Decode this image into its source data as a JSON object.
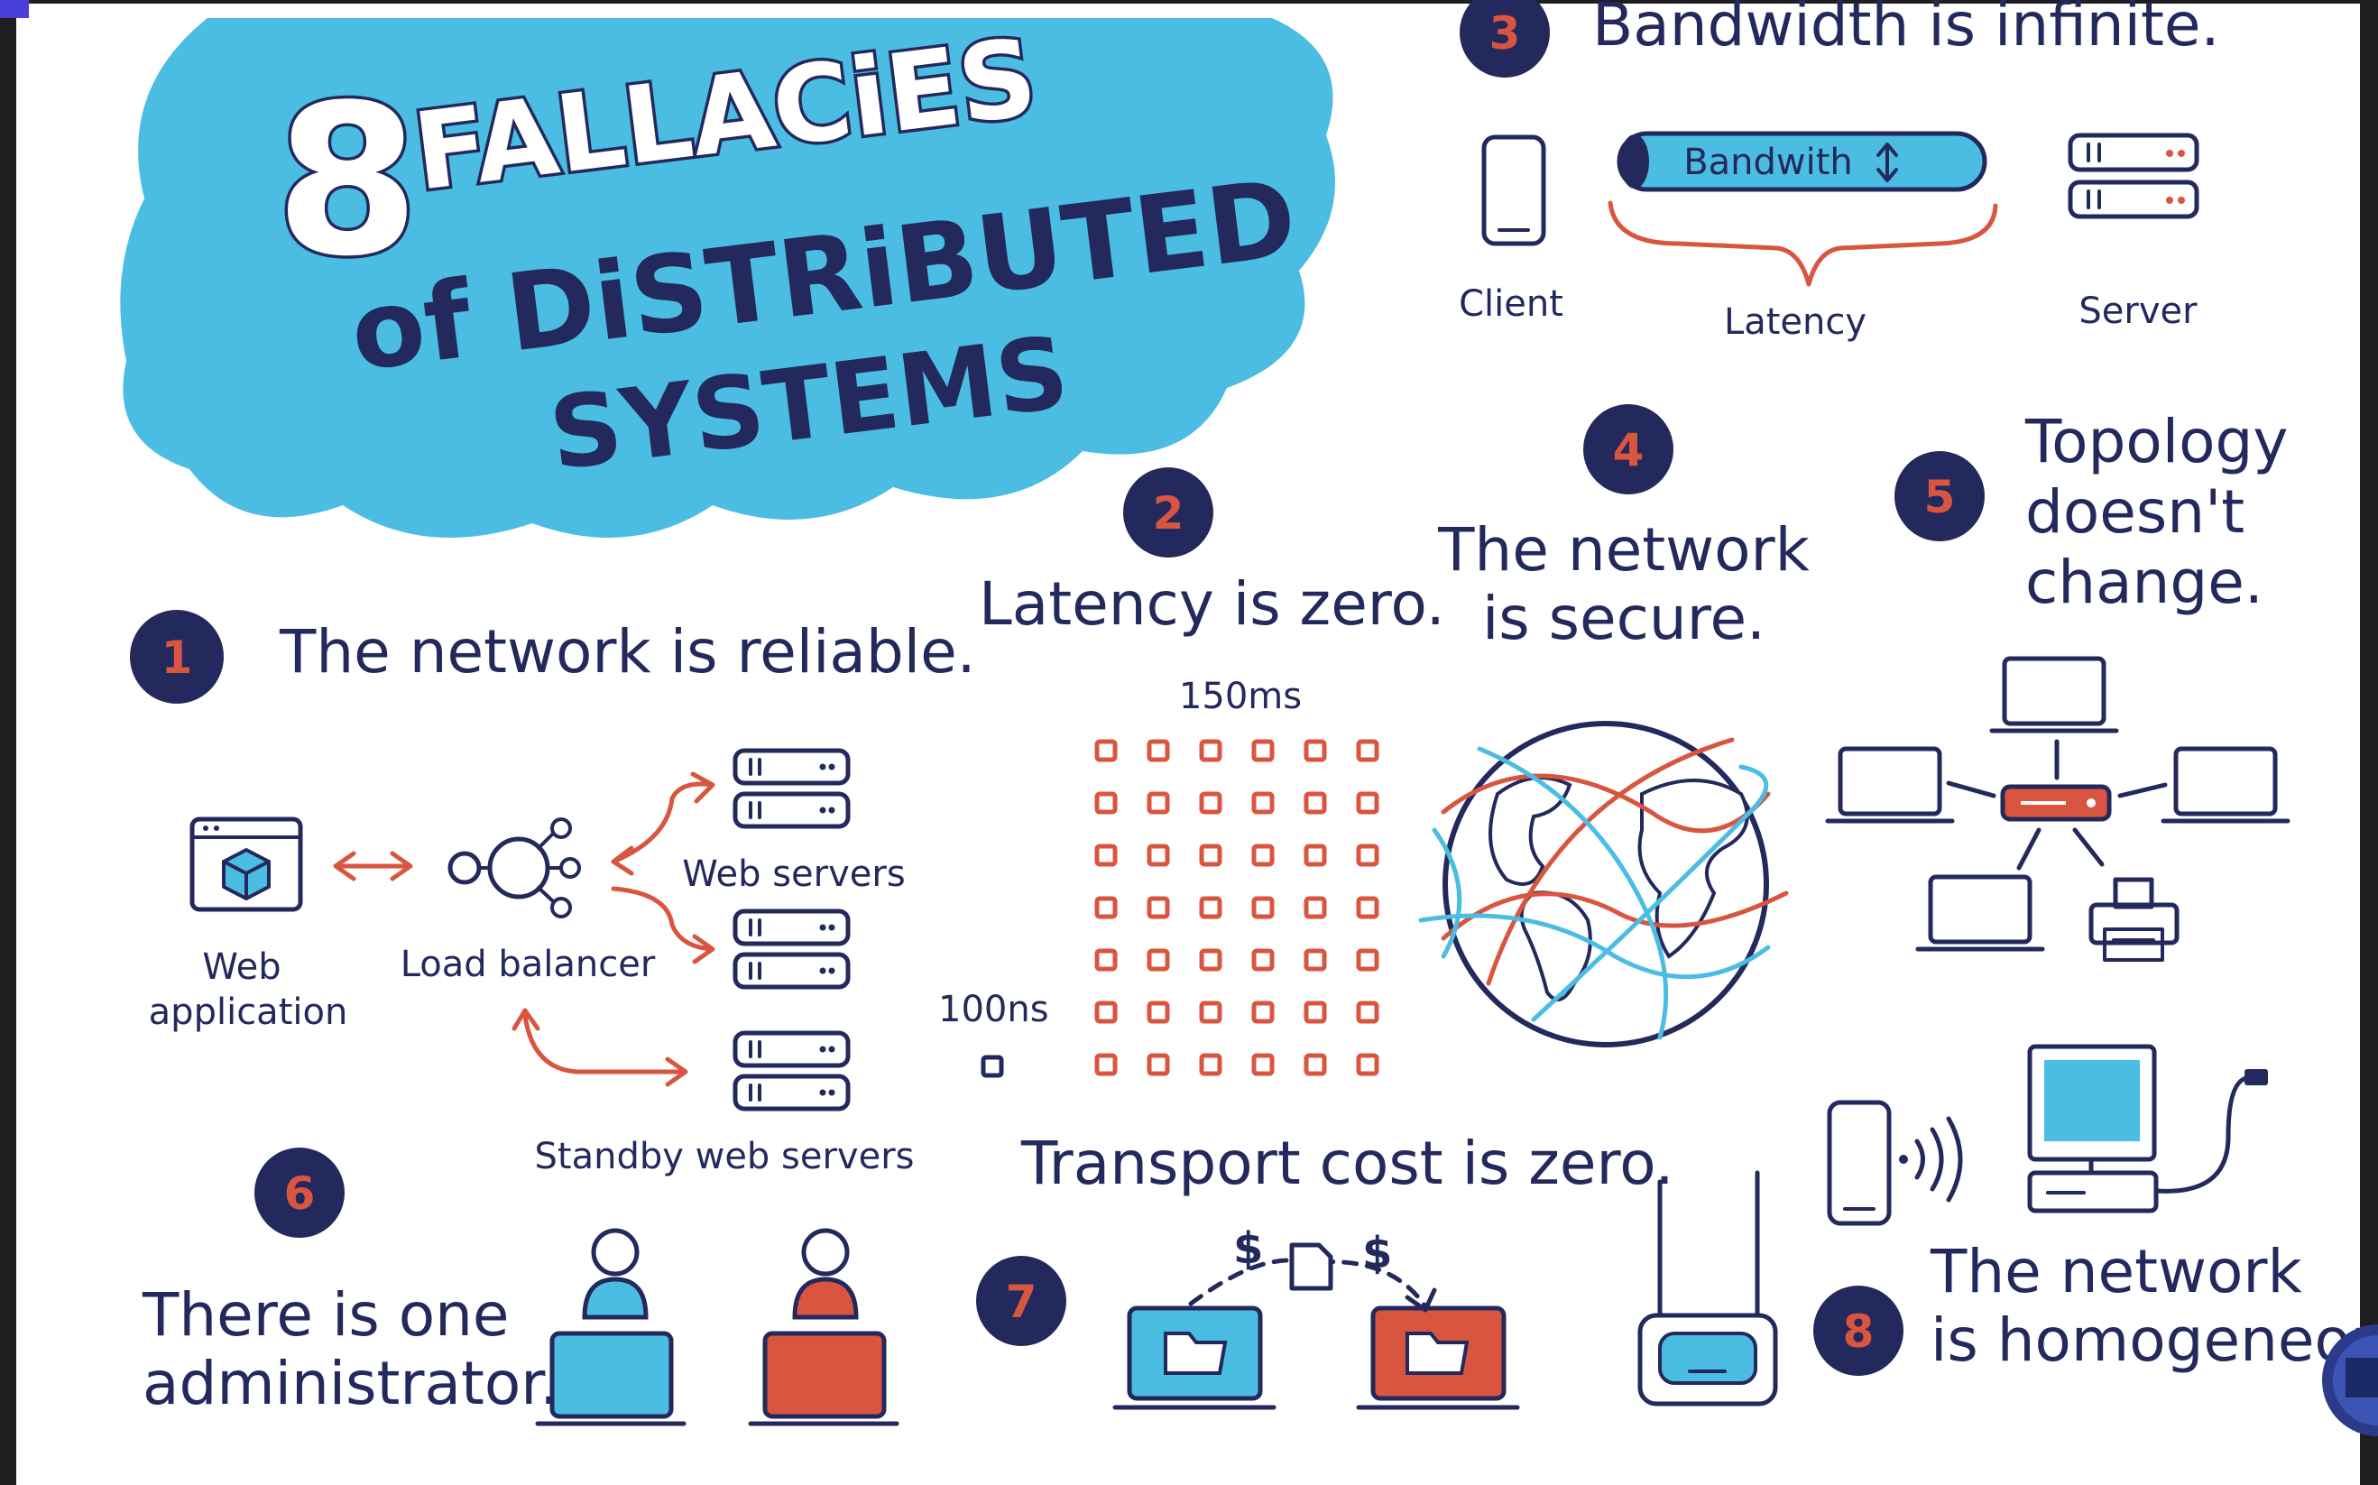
{
  "title": {
    "number": "8",
    "line1": "FALLACiES",
    "line2": "of DiSTRiBUTED",
    "line3": "SYSTEMS"
  },
  "colors": {
    "ink": "#23295c",
    "accent_red": "#d9553f",
    "accent_blue": "#4bbde3",
    "paper": "#ffffff"
  },
  "fallacies": [
    {
      "n": "1",
      "text": "The network is reliable."
    },
    {
      "n": "2",
      "text": "Latency is zero."
    },
    {
      "n": "3",
      "text": "Bandwidth is infinite."
    },
    {
      "n": "4",
      "line1": "The network",
      "line2": "is secure."
    },
    {
      "n": "5",
      "line1": "Topology",
      "line2": "doesn't",
      "line3": "change."
    },
    {
      "n": "6",
      "line1": "There is one",
      "line2": "administrator."
    },
    {
      "n": "7",
      "text": "Transport cost is zero."
    },
    {
      "n": "8",
      "line1": "The network",
      "line2": "is homogeneous."
    }
  ],
  "bandwidth": {
    "bar_label": "Bandwith",
    "client": "Client",
    "latency": "Latency",
    "server": "Server"
  },
  "reliable": {
    "web_app_line1": "Web",
    "web_app_line2": "application",
    "load_balancer": "Load balancer",
    "web_servers": "Web servers",
    "standby": "Standby web servers"
  },
  "latency_grid": {
    "top_label": "150ms",
    "left_label": "100ns"
  },
  "transport": {
    "dollar": "$"
  }
}
